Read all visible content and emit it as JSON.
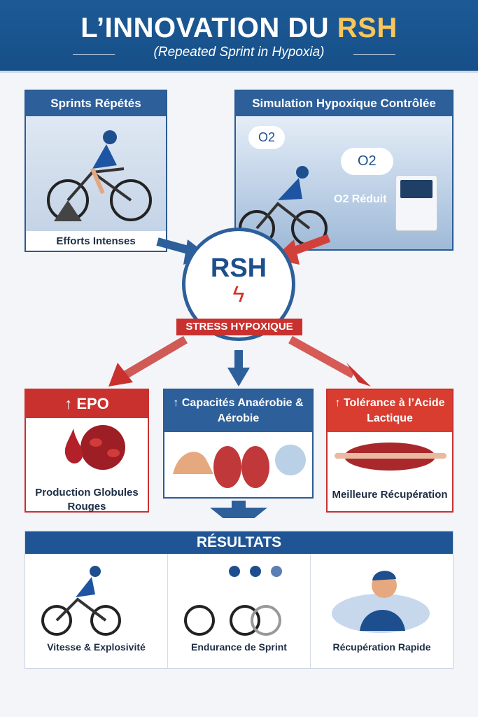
{
  "header": {
    "title_main": "L’INNOVATION DU",
    "title_accent": "RSH",
    "subtitle": "(Repeated Sprint in Hypoxia)"
  },
  "top_cards": [
    {
      "title": "Sprints Répétés",
      "caption": "Efforts Intenses"
    },
    {
      "title": "Simulation Hypoxique Contrôlée",
      "o2_label": "O2",
      "o2_label_2": "O2",
      "caption": "O2 Réduit"
    }
  ],
  "center": {
    "label": "RSH",
    "banner": "STRESS HYPOXIQUE"
  },
  "effects": [
    {
      "title": "↑ EPO",
      "caption": "Production Globules Rouges"
    },
    {
      "title": "↑ Capacités Anaérobie & Aérobie"
    },
    {
      "title": "↑ Tolérance à l’Acide Lactique",
      "caption": "Meilleure Récupération"
    }
  ],
  "results": {
    "title": "RÉSULTATS",
    "items": [
      {
        "caption": "Vitesse & Explosivité"
      },
      {
        "caption": "Endurance de Sprint"
      },
      {
        "caption": "Récupération Rapide"
      }
    ]
  },
  "colors": {
    "blue": "#2d5f9a",
    "red": "#c9312f",
    "accent": "#f8c65c"
  }
}
